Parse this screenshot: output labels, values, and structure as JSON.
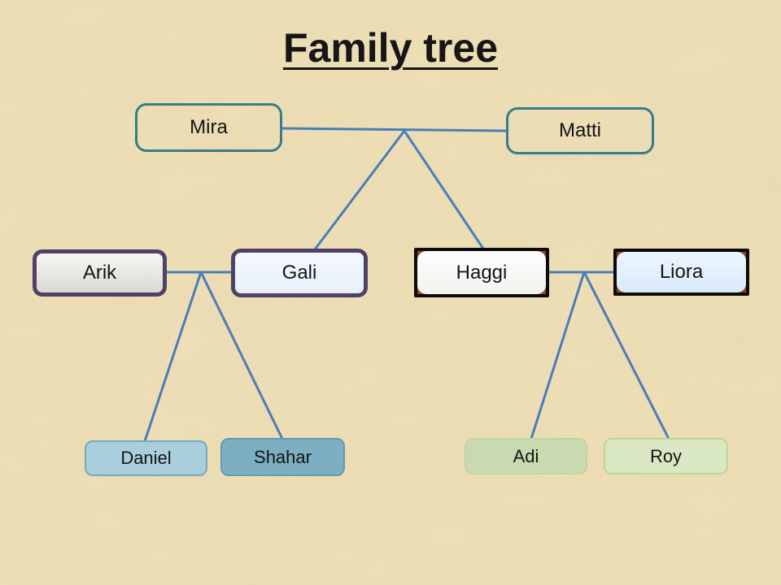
{
  "slide": {
    "title": "Family tree"
  },
  "colors": {
    "background": "#eedfb6",
    "connector": "#4a7db9",
    "title_text": "#161616",
    "top_generation_border": "#357d8e",
    "purple_border": "#504169",
    "black_frame_border": "#0b0b0b",
    "black_frame_corner_accent": "#8d4b1d"
  },
  "nodes": {
    "mira": {
      "label": "Mira",
      "border": "#357d8e",
      "fill": "transparent"
    },
    "matti": {
      "label": "Matti",
      "border": "#357d8e",
      "fill": "transparent"
    },
    "arik": {
      "label": "Arik",
      "border": "#504169",
      "fill": "#e6e4df"
    },
    "gali": {
      "label": "Gali",
      "border": "#504169",
      "fill": "#e7f0fb"
    },
    "haggi": {
      "label": "Haggi",
      "border": "#0b0b0b",
      "fill": "#f8f8f5",
      "corner_accent": "#8d4b1d"
    },
    "liora": {
      "label": "Liora",
      "border": "#0b0b0b",
      "fill": "#ddeefb",
      "corner_accent": "#8d4b1d"
    },
    "daniel": {
      "label": "Daniel",
      "border": "#74aabd",
      "fill": "#aacfdc"
    },
    "shahar": {
      "label": "Shahar",
      "border": "#5f9db2",
      "fill": "#7cafc2"
    },
    "adi": {
      "label": "Adi",
      "border": "#c0d5a4",
      "fill": "#c9dab1"
    },
    "roy": {
      "label": "Roy",
      "border": "#bdd596",
      "fill": "#dae7c4"
    }
  },
  "connections": {
    "couples": [
      [
        "mira",
        "matti"
      ],
      [
        "arik",
        "gali"
      ],
      [
        "haggi",
        "liora"
      ]
    ],
    "parent_child": [
      {
        "parents": [
          "mira",
          "matti"
        ],
        "children": [
          "gali",
          "haggi"
        ]
      },
      {
        "parents": [
          "arik",
          "gali"
        ],
        "children": [
          "daniel",
          "shahar"
        ]
      },
      {
        "parents": [
          "haggi",
          "liora"
        ],
        "children": [
          "adi",
          "roy"
        ]
      }
    ]
  }
}
